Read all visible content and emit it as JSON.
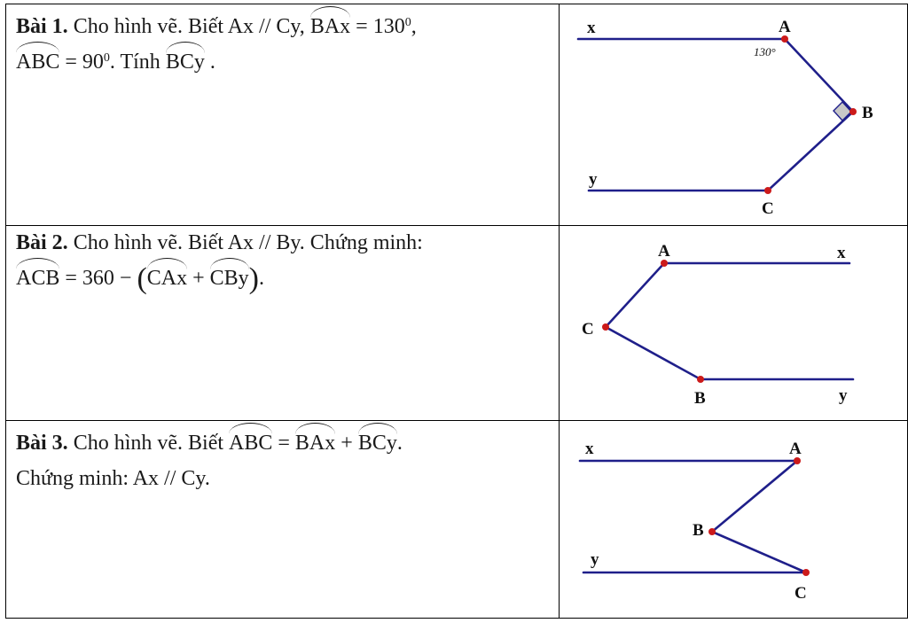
{
  "problems": [
    {
      "title": "Bài 1.",
      "l1_a": " Cho hình vẽ. Biết Ax // Cy, ",
      "l1_angle": "BAx",
      "l1_b": " = 130",
      "l1_sup": "0",
      "l1_c": ",",
      "l2_angle": "ABC",
      "l2_a": " = 90",
      "l2_sup": "0",
      "l2_b": ". Tính ",
      "l2_angle2": "BCy",
      "l2_c": " .",
      "figure": {
        "x": "x",
        "y": "y",
        "A": "A",
        "B": "B",
        "C": "C",
        "angle_label": "130°"
      }
    },
    {
      "title": "Bài 2.",
      "l1_a": " Cho hình vẽ. Biết Ax // By. Chứng minh:",
      "l2_angle": "ACB",
      "l2_a": " = 360 − ",
      "l2_open": "(",
      "l2_angle2": "CAx",
      "l2_plus": " + ",
      "l2_angle3": "CBy",
      "l2_close": ")",
      "l2_end": ".",
      "figure": {
        "x": "x",
        "y": "y",
        "A": "A",
        "B": "B",
        "C": "C"
      }
    },
    {
      "title": "Bài 3.",
      "l1_a": " Cho hình vẽ. Biết ",
      "l1_angle": "ABC",
      "l1_eq": " = ",
      "l1_angle2": "BAx",
      "l1_plus": " + ",
      "l1_angle3": "BCy",
      "l1_end": ".",
      "l2": "Chứng minh: Ax // Cy.",
      "figure": {
        "x": "x",
        "y": "y",
        "A": "A",
        "B": "B",
        "C": "C"
      }
    }
  ],
  "colors": {
    "line": "#1f1f8a",
    "point": "#cc1a1a",
    "border": "#000000",
    "right_angle_fill": "#c8c8c8"
  }
}
